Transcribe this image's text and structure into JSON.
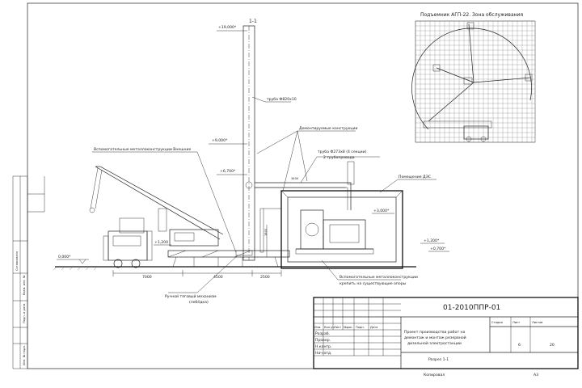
{
  "drawing": {
    "section": "1-1"
  },
  "levels": {
    "l0": "0,000*",
    "l1200": "+1,200",
    "l19000": "+19,000*",
    "l9000": "+9,000*",
    "l6700": "+6,700*",
    "l3000": "+3,000*",
    "l1200r": "+1,200*",
    "l0700": "+0,700*"
  },
  "dims": {
    "d1": "7000",
    "d2": "4500",
    "d3": "2500",
    "d4": "1800",
    "d5": "3400"
  },
  "callouts": {
    "pipe820": "труба Ф820х10",
    "demountable": "Демонтируемые конструкции",
    "pipe273a": "труба Ф273х8 (4 секции)",
    "pipe273b": "2 трубопровода",
    "aux_metal": "Вспомогательные металлоконструкции Внешние",
    "des_room": "Помещение ДЭС",
    "winch1": "Ручной тяговый механизм",
    "winch2": "(лебёдка)",
    "aux_fix1": "Вспомогательные металлоконструкции",
    "aux_fix2": "крепить на существующие опоры"
  },
  "inset": {
    "title": "Подъемник АГП-22. Зона обслуживания"
  },
  "title_block": {
    "code": "01-2010ППР-01",
    "h1": "Изм.",
    "h2": "Кол.уч",
    "h3": "Лист",
    "h4": "№док.",
    "h5": "Подп.",
    "h6": "Дата",
    "r1": "Разраб.",
    "r2": "Провер.",
    "r3": "Н.контр.",
    "r4": "Нач.отд.",
    "project1": "Проект производства работ на",
    "project2": "демонтаж и монтаж резервной",
    "project3": "дизельной электростанции",
    "sheet_name": "Разрез 1-1",
    "stage_label": "Стадия",
    "sheet_label": "Лист",
    "sheets_label": "Листов",
    "sheet_no": "6",
    "sheets_total": "20",
    "copied": "Копировал",
    "format": "А3"
  },
  "stamp": {
    "v1": "Согласовано",
    "v2": "Взам. инв. №",
    "v3": "Подп. и дата",
    "v4": "Инв. № подл.",
    "v5": ""
  }
}
